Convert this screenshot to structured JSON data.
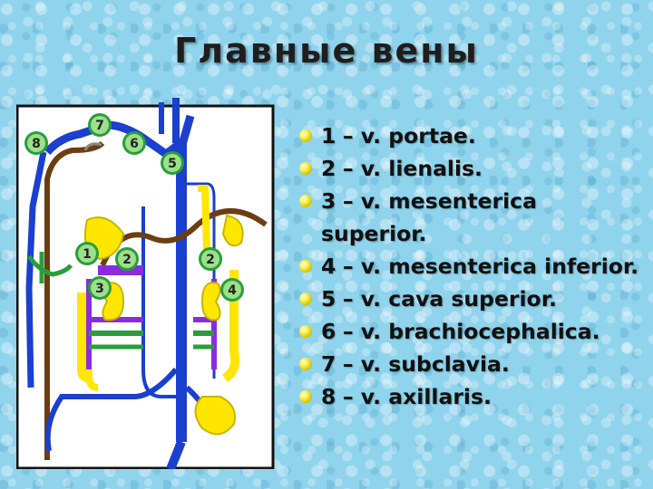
{
  "title": "Главные  вены",
  "diagram": {
    "labels": [
      "7",
      "8",
      "6",
      "5",
      "1",
      "2",
      "2",
      "3",
      "4"
    ]
  },
  "items": [
    {
      "num": "1",
      "text": "– v.  portae."
    },
    {
      "num": "2",
      "text": "– v.  lienalis."
    },
    {
      "num": "3",
      "text": "– v.  mesenterica superior."
    },
    {
      "num": "4",
      "text": "– v.  mesenterica inferior."
    },
    {
      "num": "5",
      "text": "– v.  cava  superior."
    },
    {
      "num": "6",
      "text": "– v.  brachiocephalica."
    },
    {
      "num": "7",
      "text": "– v.  subclavia."
    },
    {
      "num": "8",
      "text": "– v.  axillaris."
    }
  ]
}
